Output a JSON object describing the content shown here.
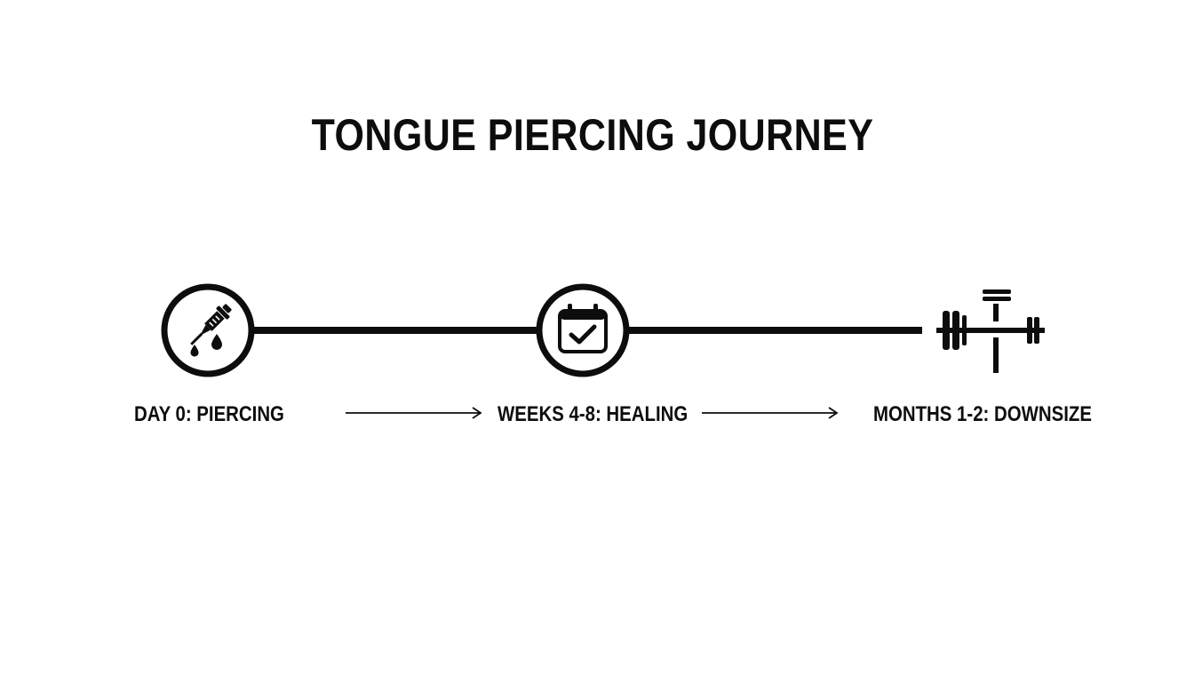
{
  "title": "TONGUE PIERCING JOURNEY",
  "steps": [
    {
      "label": "DAY 0: PIERCING",
      "icon": "needle-dropper-icon"
    },
    {
      "label": "WEEKS 4-8: HEALING",
      "icon": "calendar-check-icon"
    },
    {
      "label": "MONTHS 1-2: DOWNSIZE",
      "icon": "barbell-downsize-icon"
    }
  ],
  "colors": {
    "ink": "#0d0d0d",
    "background": "#ffffff"
  }
}
